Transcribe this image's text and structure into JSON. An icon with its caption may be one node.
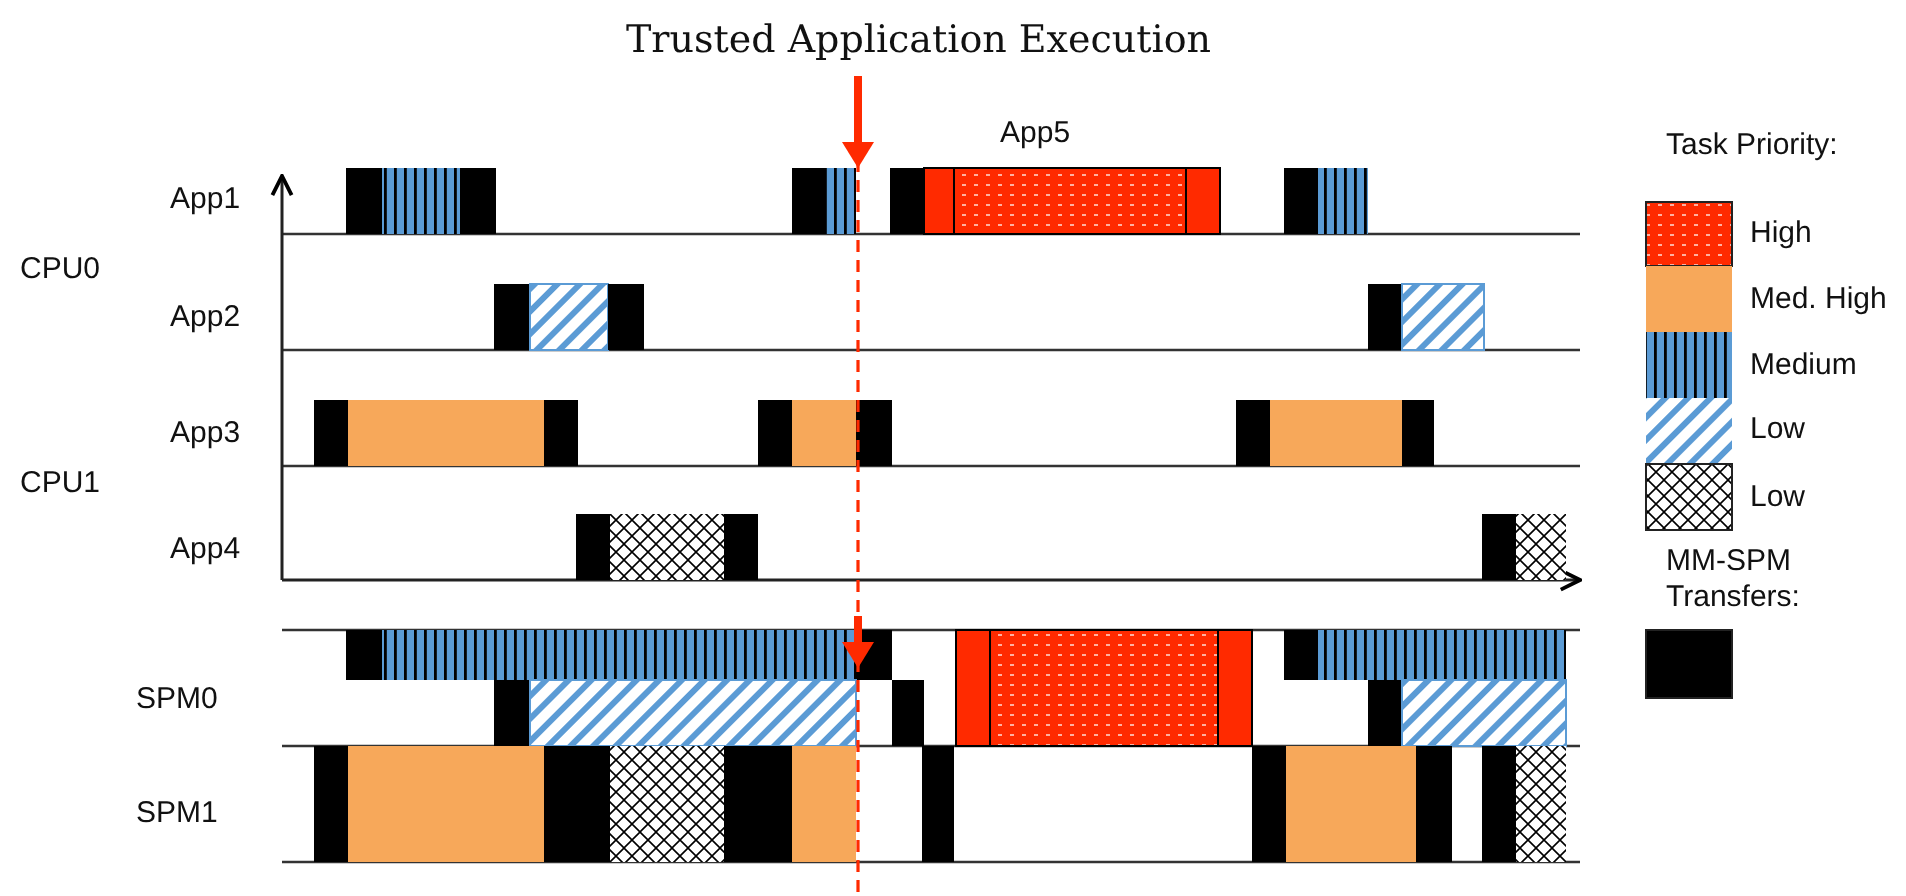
{
  "diagram": {
    "title": "Trusted Application Execution",
    "labels": [
      "App5",
      "Task Priority:",
      "App1",
      "CPU0",
      "App2",
      "App3",
      "CPU1",
      "App4",
      "SPM0",
      "SPM1"
    ],
    "legend": [
      {
        "text": "High"
      },
      {
        "text": "Med. High",
        "color": "#f7a85a"
      },
      {
        "text": "Medium"
      },
      {
        "text": "Low"
      },
      {
        "text": "Low"
      },
      {
        "text": "MM-SPM Transfers:",
        "color": "#000000"
      }
    ]
  }
}
